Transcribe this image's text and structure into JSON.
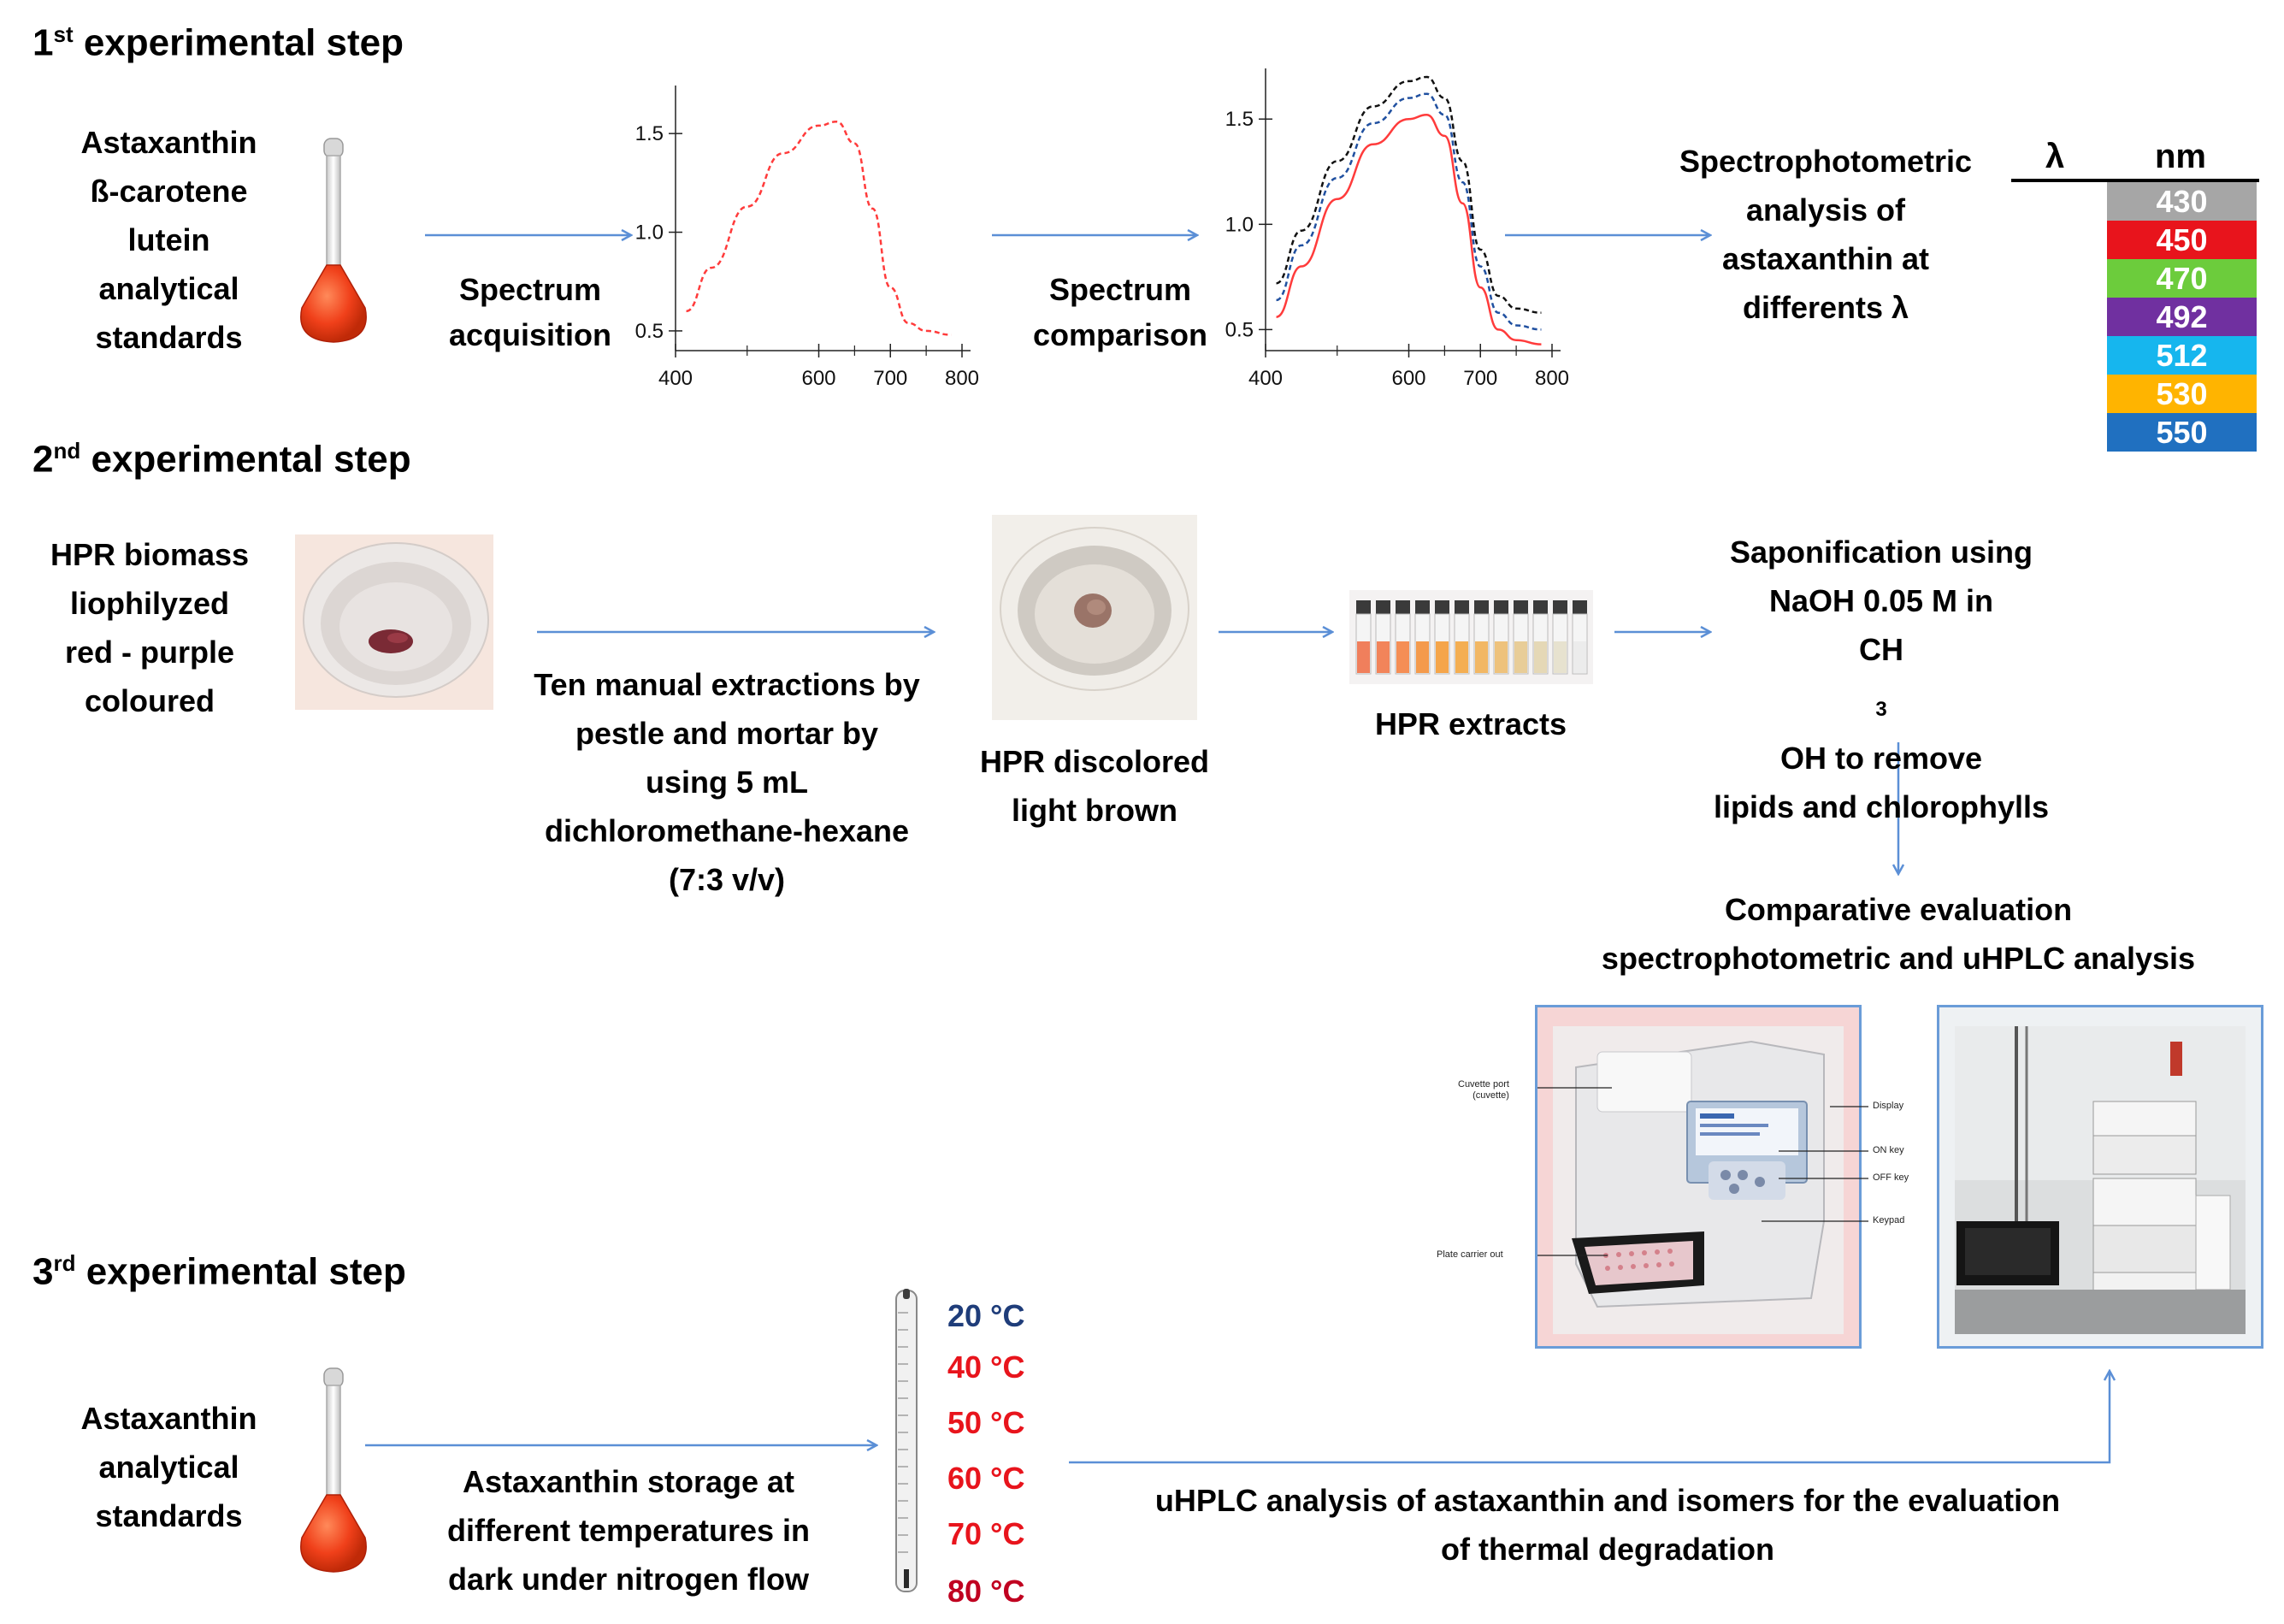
{
  "steps": {
    "step1": {
      "num": "1",
      "sup": "st",
      "rest": " experimental step"
    },
    "step2": {
      "num": "2",
      "sup": "nd",
      "rest": " experimental step"
    },
    "step3": {
      "num": "3",
      "sup": "rd",
      "rest": " experimental step"
    }
  },
  "step1": {
    "standards_lines": [
      "Astaxanthin",
      "ß-carotene",
      "lutein",
      "analytical",
      "standards"
    ],
    "arrow1_label": [
      "Spectrum",
      "acquisition"
    ],
    "arrow2_label": [
      "Spectrum",
      "comparison"
    ],
    "analysis_lines": [
      "Spectrophotometric",
      "analysis of",
      "astaxanthin at",
      "differents λ"
    ],
    "chart1": {
      "x_ticks": [
        "400",
        "600",
        "700",
        "800"
      ],
      "y_ticks": [
        "1.5",
        "1.0",
        "0.5"
      ]
    },
    "chart2": {
      "x_ticks": [
        "400",
        "600",
        "700",
        "800"
      ],
      "y_ticks": [
        "1.5",
        "1.0",
        "0.5"
      ]
    },
    "wavelength_table": {
      "header_symbol": "λ",
      "header_unit": "nm",
      "rows": [
        {
          "value": "430",
          "color": "#a6a6a6"
        },
        {
          "value": "450",
          "color": "#e8141c"
        },
        {
          "value": "470",
          "color": "#6ccc3c"
        },
        {
          "value": "492",
          "color": "#7030a0"
        },
        {
          "value": "512",
          "color": "#16b6ee"
        },
        {
          "value": "530",
          "color": "#ffb400"
        },
        {
          "value": "550",
          "color": "#2070c0"
        }
      ]
    }
  },
  "step2": {
    "biomass_lines": [
      "HPR biomass",
      "liophilyzed",
      "red - purple",
      "coloured"
    ],
    "extraction_lines": [
      "Ten manual extractions by",
      "pestle and mortar  by",
      "using 5 mL",
      "dichloromethane-hexane",
      "(7:3 v/v)"
    ],
    "discolored_lines": [
      "HPR discolored",
      "light brown"
    ],
    "extracts_label": "HPR extracts",
    "saponification_lines": [
      "Saponification  using",
      "NaOH 0.05 M in"
    ],
    "sapon_line3_pre": "CH",
    "sapon_line3_sub": "3",
    "sapon_line3_post": "OH to remove",
    "sapon_line4": "lipids and chlorophylls",
    "comparative_lines": [
      "Comparative evaluation",
      "spectrophotometric and uHPLC analysis"
    ],
    "spectro_callouts": [
      "Cuvette port",
      "(cuvette)",
      "Display",
      "ON key",
      "OFF key",
      "Keypad",
      "Plate carrier out"
    ]
  },
  "step3": {
    "standards_lines": [
      "Astaxanthin",
      "analytical",
      "standards"
    ],
    "storage_lines": [
      "Astaxanthin storage at",
      "different temperatures in",
      "dark under nitrogen flow"
    ],
    "temperatures": [
      {
        "label": "20 °C",
        "color": "#1f3d7a"
      },
      {
        "label": "40 °C",
        "color": "#e8141c"
      },
      {
        "label": "50 °C",
        "color": "#e8141c"
      },
      {
        "label": "60 °C",
        "color": "#e8141c"
      },
      {
        "label": "70 °C",
        "color": "#e8141c"
      },
      {
        "label": "80 °C",
        "color": "#c00020"
      }
    ],
    "uhplc_lines": [
      "uHPLC analysis of astaxanthin  and isomers for the evaluation",
      "of thermal degradation"
    ]
  },
  "chart_data": [
    {
      "type": "line",
      "title": "",
      "xlabel": "",
      "ylabel": "",
      "xlim": [
        400,
        800
      ],
      "ylim": [
        0.4,
        1.7
      ],
      "x_ticks": [
        400,
        600,
        700,
        800
      ],
      "y_ticks": [
        0.5,
        1.0,
        1.5
      ],
      "series": [
        {
          "color": "#ff3b3b",
          "style": "dashed",
          "x": [
            415,
            450,
            500,
            550,
            600,
            625,
            650,
            675,
            700,
            725,
            750,
            785
          ],
          "y": [
            0.6,
            0.82,
            1.13,
            1.4,
            1.54,
            1.56,
            1.45,
            1.12,
            0.72,
            0.54,
            0.5,
            0.48
          ]
        }
      ]
    },
    {
      "type": "line",
      "title": "",
      "xlabel": "",
      "ylabel": "",
      "xlim": [
        400,
        800
      ],
      "ylim": [
        0.4,
        1.7
      ],
      "x_ticks": [
        400,
        600,
        700,
        800
      ],
      "y_ticks": [
        0.5,
        1.0,
        1.5
      ],
      "series": [
        {
          "color": "#111111",
          "style": "dashed",
          "x": [
            415,
            450,
            500,
            550,
            600,
            625,
            650,
            675,
            700,
            725,
            750,
            785
          ],
          "y": [
            0.72,
            0.97,
            1.3,
            1.56,
            1.68,
            1.7,
            1.6,
            1.3,
            0.88,
            0.66,
            0.6,
            0.58
          ]
        },
        {
          "color": "#2050a0",
          "style": "dashed",
          "x": [
            415,
            450,
            500,
            550,
            600,
            625,
            650,
            675,
            700,
            725,
            750,
            785
          ],
          "y": [
            0.64,
            0.9,
            1.22,
            1.48,
            1.6,
            1.62,
            1.52,
            1.2,
            0.8,
            0.58,
            0.52,
            0.5
          ]
        },
        {
          "color": "#ff3b3b",
          "style": "solid",
          "x": [
            415,
            450,
            500,
            550,
            600,
            625,
            650,
            675,
            700,
            725,
            750,
            785
          ],
          "y": [
            0.56,
            0.8,
            1.12,
            1.38,
            1.5,
            1.52,
            1.42,
            1.1,
            0.7,
            0.5,
            0.45,
            0.43
          ]
        }
      ]
    }
  ]
}
